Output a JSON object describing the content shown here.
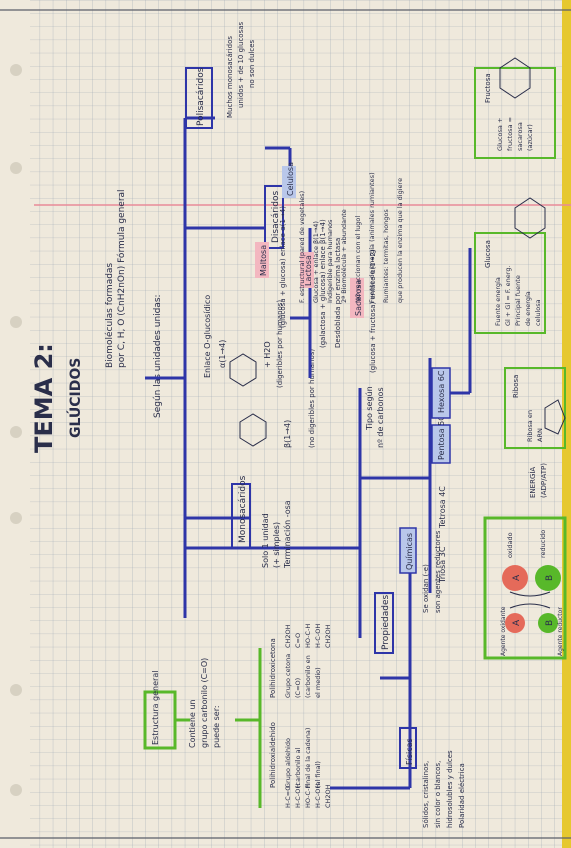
{
  "title": {
    "tema": "TEMA 2:",
    "tema_sub": "GLÚCIDOS"
  },
  "intro": {
    "line1": "Biomoléculas formadas",
    "line2": "por C, H, O (CnH2nOn) Fórmula general",
    "line3": "Según las unidades unidas:"
  },
  "boxes": {
    "estructura": "Estructura general",
    "monosacaridos": "Monosacáridos",
    "disacaridos": "Disacáridos",
    "polisacaridos": "Polisacáridos",
    "propiedades": "Propiedades",
    "quimicas": "Químicas",
    "fisicas": "Físicas",
    "triosa": "Triosa 3C",
    "tetrosa": "Tetrosa 4C",
    "pentosa": "Pentosa 5C",
    "hexosa": "Hexosa 6C",
    "ribosa": "Ribosa",
    "glucosa": "Glucosa",
    "fructosa": "Fructosa",
    "maltosa": "Maltosa",
    "lactosa": "Lactosa",
    "sacarosa": "Sacarosa",
    "celulosa": "Celulosa"
  },
  "estructura_text": {
    "l1": "Contiene un",
    "l2": "grupo carbonilo (C=O)",
    "l3": "puede ser:"
  },
  "polihidroxialdehido": {
    "label": "Polihidroxialdehido",
    "formula": [
      "H-C=O",
      "H-C-OH",
      "HO-C-H",
      "H-C-OH",
      "CH2OH"
    ],
    "notes": [
      "Grupo aldehido",
      "(carbonilo al",
      "final de la cadena)",
      "(al final)"
    ]
  },
  "polihidroxicetona": {
    "label": "Polihidroxicetona",
    "formula": [
      "CH2OH",
      "C=O",
      "HO-C-H",
      "H-C-OH",
      "CH2OH"
    ],
    "notes": [
      "Grupo cetona",
      "(C=O)",
      "(carbonilo en",
      "el medio)"
    ]
  },
  "enlace": {
    "label": "Enlace O-glucosídico",
    "alpha": "α(1→4)",
    "beta": "β(1→4)",
    "h2o": "+ H2O",
    "alpha_note": "(digeribles por humanos)",
    "beta_note": "(no digeribles por humanos)"
  },
  "monosacaridos_text": {
    "l1": "Solo 1 unidad",
    "l2": "(+ simples)",
    "l3": "Terminación -osa"
  },
  "tipo": {
    "l1": "Tipo según",
    "l2": "nº de carbonos"
  },
  "disacaridos_text": {
    "maltosa": "(glucosa + glucosa) enlace α(1→4)",
    "lactosa": "(galactosa + glucosa) enlace β(1→4)",
    "lactosa_note": "Desdoblada por enzima lactasa",
    "sacarosa": "(glucosa + fructosa) enlace α(1→2)"
  },
  "polisacaridos_text": {
    "l1": "Muchos monosacáridos",
    "l2": "unidos + de 10 glucosas",
    "l3": "no son dulces"
  },
  "celulosa_text": [
    "F. estructural (pared de vegetales)",
    "Glucosa + enlace β(1→4)",
    "Indigerible para humanos",
    "2ª Biomolécula + abundante",
    "NO reaccionan con el lugol",
    "Fuente de energía (animales rumiantes)",
    "Rumiantes: termitas, hongos",
    "que producen la enzima que la digiere"
  ],
  "hexosa_text": {
    "glucosa": [
      "Fuente energía",
      "Gl + Gl = F. energ.",
      "Principal fuente",
      "de energía",
      "celulosa"
    ],
    "fructosa": [
      "Glucosa +",
      "fructosa =",
      "sacarosa",
      "(azúcar)"
    ]
  },
  "pentosa_text": {
    "ribosa": [
      "Ribosa en",
      "ARN"
    ]
  },
  "quimicas_text": {
    "l1": "Se oxidan (-e)",
    "l2": "son agentes reductores"
  },
  "fisicas_text": {
    "l1": "Sólidos, cristalinos,",
    "l2": "sin color o blancos,",
    "l3": "hidrosolubles y dulces",
    "l4": "Polaridad eléctrica"
  },
  "redox": {
    "agente_oxidante": "Agente oxidante",
    "agente_reductor": "Agente reductor",
    "oxidado": "oxidado",
    "reducido": "reducido",
    "a": "A",
    "b": "B",
    "energia": "ENERGÍA",
    "adp": "(ADP/ATP)"
  },
  "colors": {
    "blue": "#2e35a8",
    "green": "#58b82a",
    "pink": "#e98a98",
    "red": "#d8433a",
    "binder": "#e6c82f"
  }
}
